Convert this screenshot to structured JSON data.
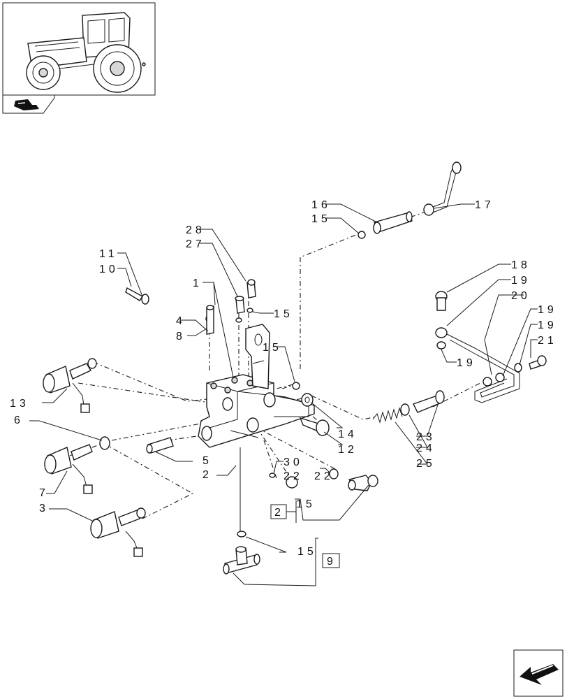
{
  "labels": {
    "l1": "1",
    "l2": "2",
    "l3": "3",
    "l4": "4",
    "l5": "5",
    "l6": "6",
    "l7": "7",
    "l8": "8",
    "l10": "10",
    "l11": "11",
    "l12": "12",
    "l13": "13",
    "l14": "14",
    "l15a": "15",
    "l15b": "15",
    "l15c": "15",
    "l15d": "15",
    "l15e": "15",
    "l16": "16",
    "l17": "17",
    "l18": "18",
    "l19a": "19",
    "l19b": "19",
    "l19c": "19",
    "l19d": "19",
    "l20": "20",
    "l21": "21",
    "l22a": "22",
    "l22b": "22",
    "l23": "23",
    "l24": "24",
    "l25": "25",
    "l27": "27",
    "l28": "28",
    "l30": "30"
  },
  "refs": {
    "r2": "2",
    "r9": "9"
  },
  "icons": {
    "thumbnail": "tractor-icon",
    "section": "pump-module-icon",
    "nav": "next-page-arrow-icon"
  }
}
